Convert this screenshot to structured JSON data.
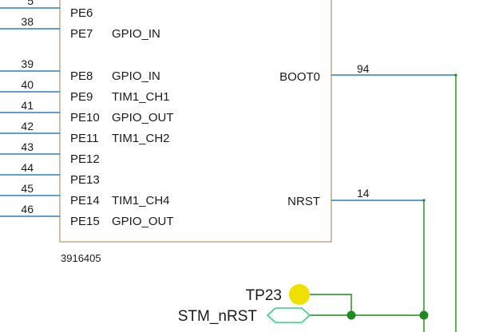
{
  "chip": {
    "part_number": "3916405",
    "left_pins": [
      {
        "num": "5",
        "name": "PE6",
        "func": ""
      },
      {
        "num": "38",
        "name": "PE7",
        "func": "GPIO_IN"
      },
      {
        "num": "39",
        "name": "PE8",
        "func": "GPIO_IN"
      },
      {
        "num": "40",
        "name": "PE9",
        "func": "TIM1_CH1"
      },
      {
        "num": "41",
        "name": "PE10",
        "func": "GPIO_OUT"
      },
      {
        "num": "42",
        "name": "PE11",
        "func": "TIM1_CH2"
      },
      {
        "num": "43",
        "name": "PE12",
        "func": ""
      },
      {
        "num": "44",
        "name": "PE13",
        "func": ""
      },
      {
        "num": "45",
        "name": "PE14",
        "func": "TIM1_CH4"
      },
      {
        "num": "46",
        "name": "PE15",
        "func": "GPIO_OUT"
      }
    ],
    "right_pins": [
      {
        "num": "94",
        "name": "BOOT0"
      },
      {
        "num": "14",
        "name": "NRST"
      }
    ]
  },
  "labels": {
    "test_point": "TP23",
    "net": "STM_nRST"
  },
  "colors": {
    "box_border": "#b89a7a",
    "box_fill": "#ffffff",
    "pin_line": "#2f7fbf",
    "wire": "#1d8a1d",
    "junction": "#1d8a1d",
    "test_point": "#f0e000",
    "net_label": "#36d07a",
    "text": "#1a1a1a"
  }
}
